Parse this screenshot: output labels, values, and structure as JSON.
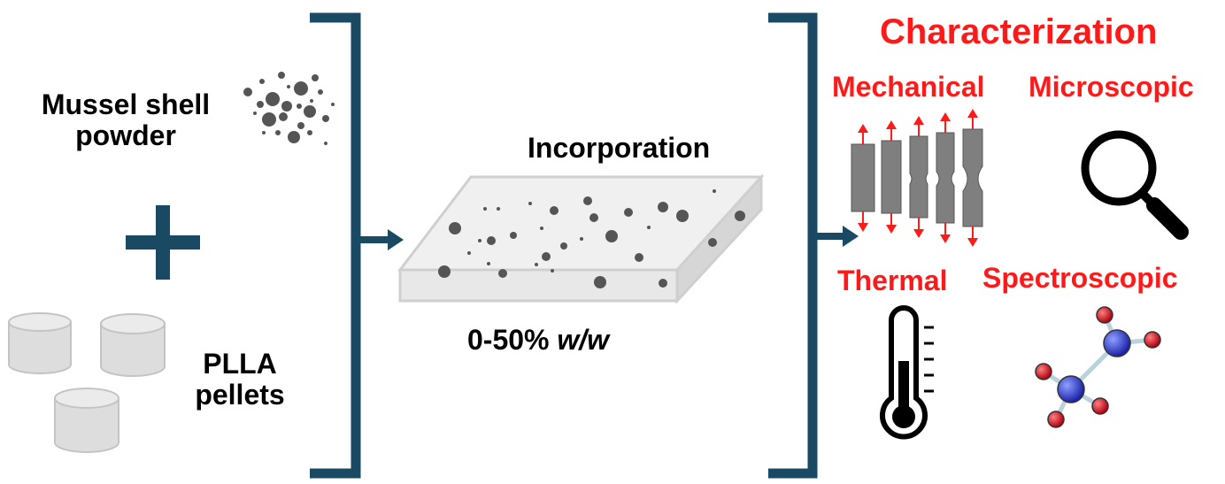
{
  "labels": {
    "mussel_shell_powder": [
      "Mussel shell",
      "powder"
    ],
    "plla_pellets": [
      "PLLA",
      "pellets"
    ],
    "incorporation": "Incorporation",
    "composition_range": "0-50%",
    "composition_unit": "w/w",
    "characterization": "Characterization",
    "mechanical": "Mechanical",
    "microscopic": "Microscopic",
    "thermal": "Thermal",
    "spectroscopic": "Spectroscopic"
  },
  "colors": {
    "bracket": "#1a4a63",
    "accent_red": "#ff1a1a",
    "particle": "#555555",
    "pellet": "#dddddd",
    "specimen": "#7f7f7f",
    "atom_center": "#2233cc",
    "atom_outer": "#dd1122"
  },
  "icons": [
    "powder-particles-icon",
    "plus-icon",
    "pellets-icon",
    "composite-slab-icon",
    "tensile-specimens-icon",
    "magnifier-icon",
    "thermometer-icon",
    "molecule-icon"
  ]
}
